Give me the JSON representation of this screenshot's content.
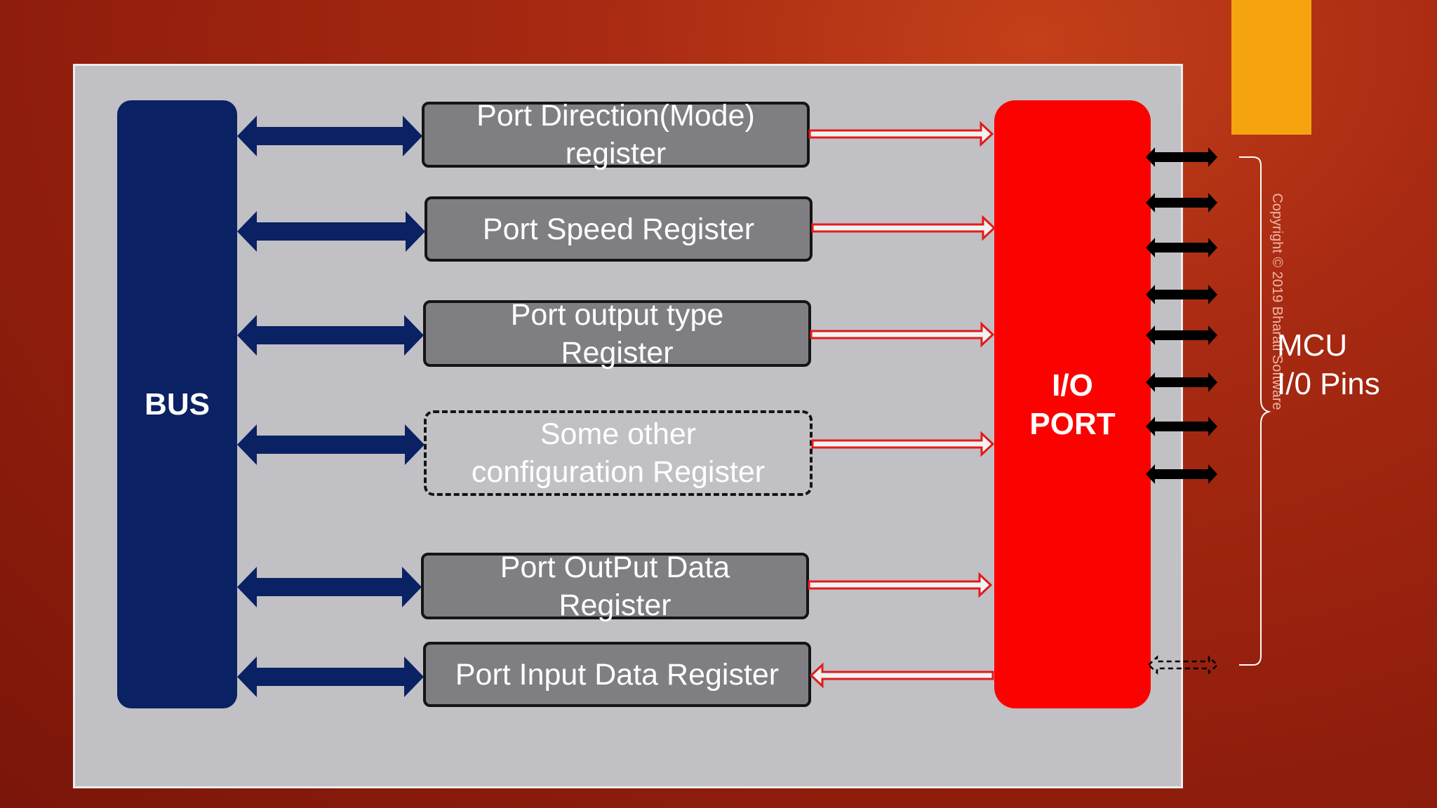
{
  "bus_label": "BUS",
  "io_port": {
    "line1": "I/O",
    "line2": "PORT"
  },
  "registers": [
    {
      "label": "Port Direction(Mode)\nregister"
    },
    {
      "label": "Port Speed Register"
    },
    {
      "label": "Port output type\nRegister"
    },
    {
      "label": "Some other\nconfiguration Register"
    },
    {
      "label": "Port OutPut Data\nRegister"
    },
    {
      "label": "Port Input Data Register"
    }
  ],
  "pins_label": "MCU\nI/0 Pins",
  "copyright": "Copyright © 2019 Bharati Software",
  "colors": {
    "bus": "#0a2163",
    "io_port": "#fb0200",
    "register_fill": "#7f7e82",
    "panel": "#c1c0c4",
    "accent": "#f5a40f",
    "link_arrow": "#e21b1b"
  }
}
